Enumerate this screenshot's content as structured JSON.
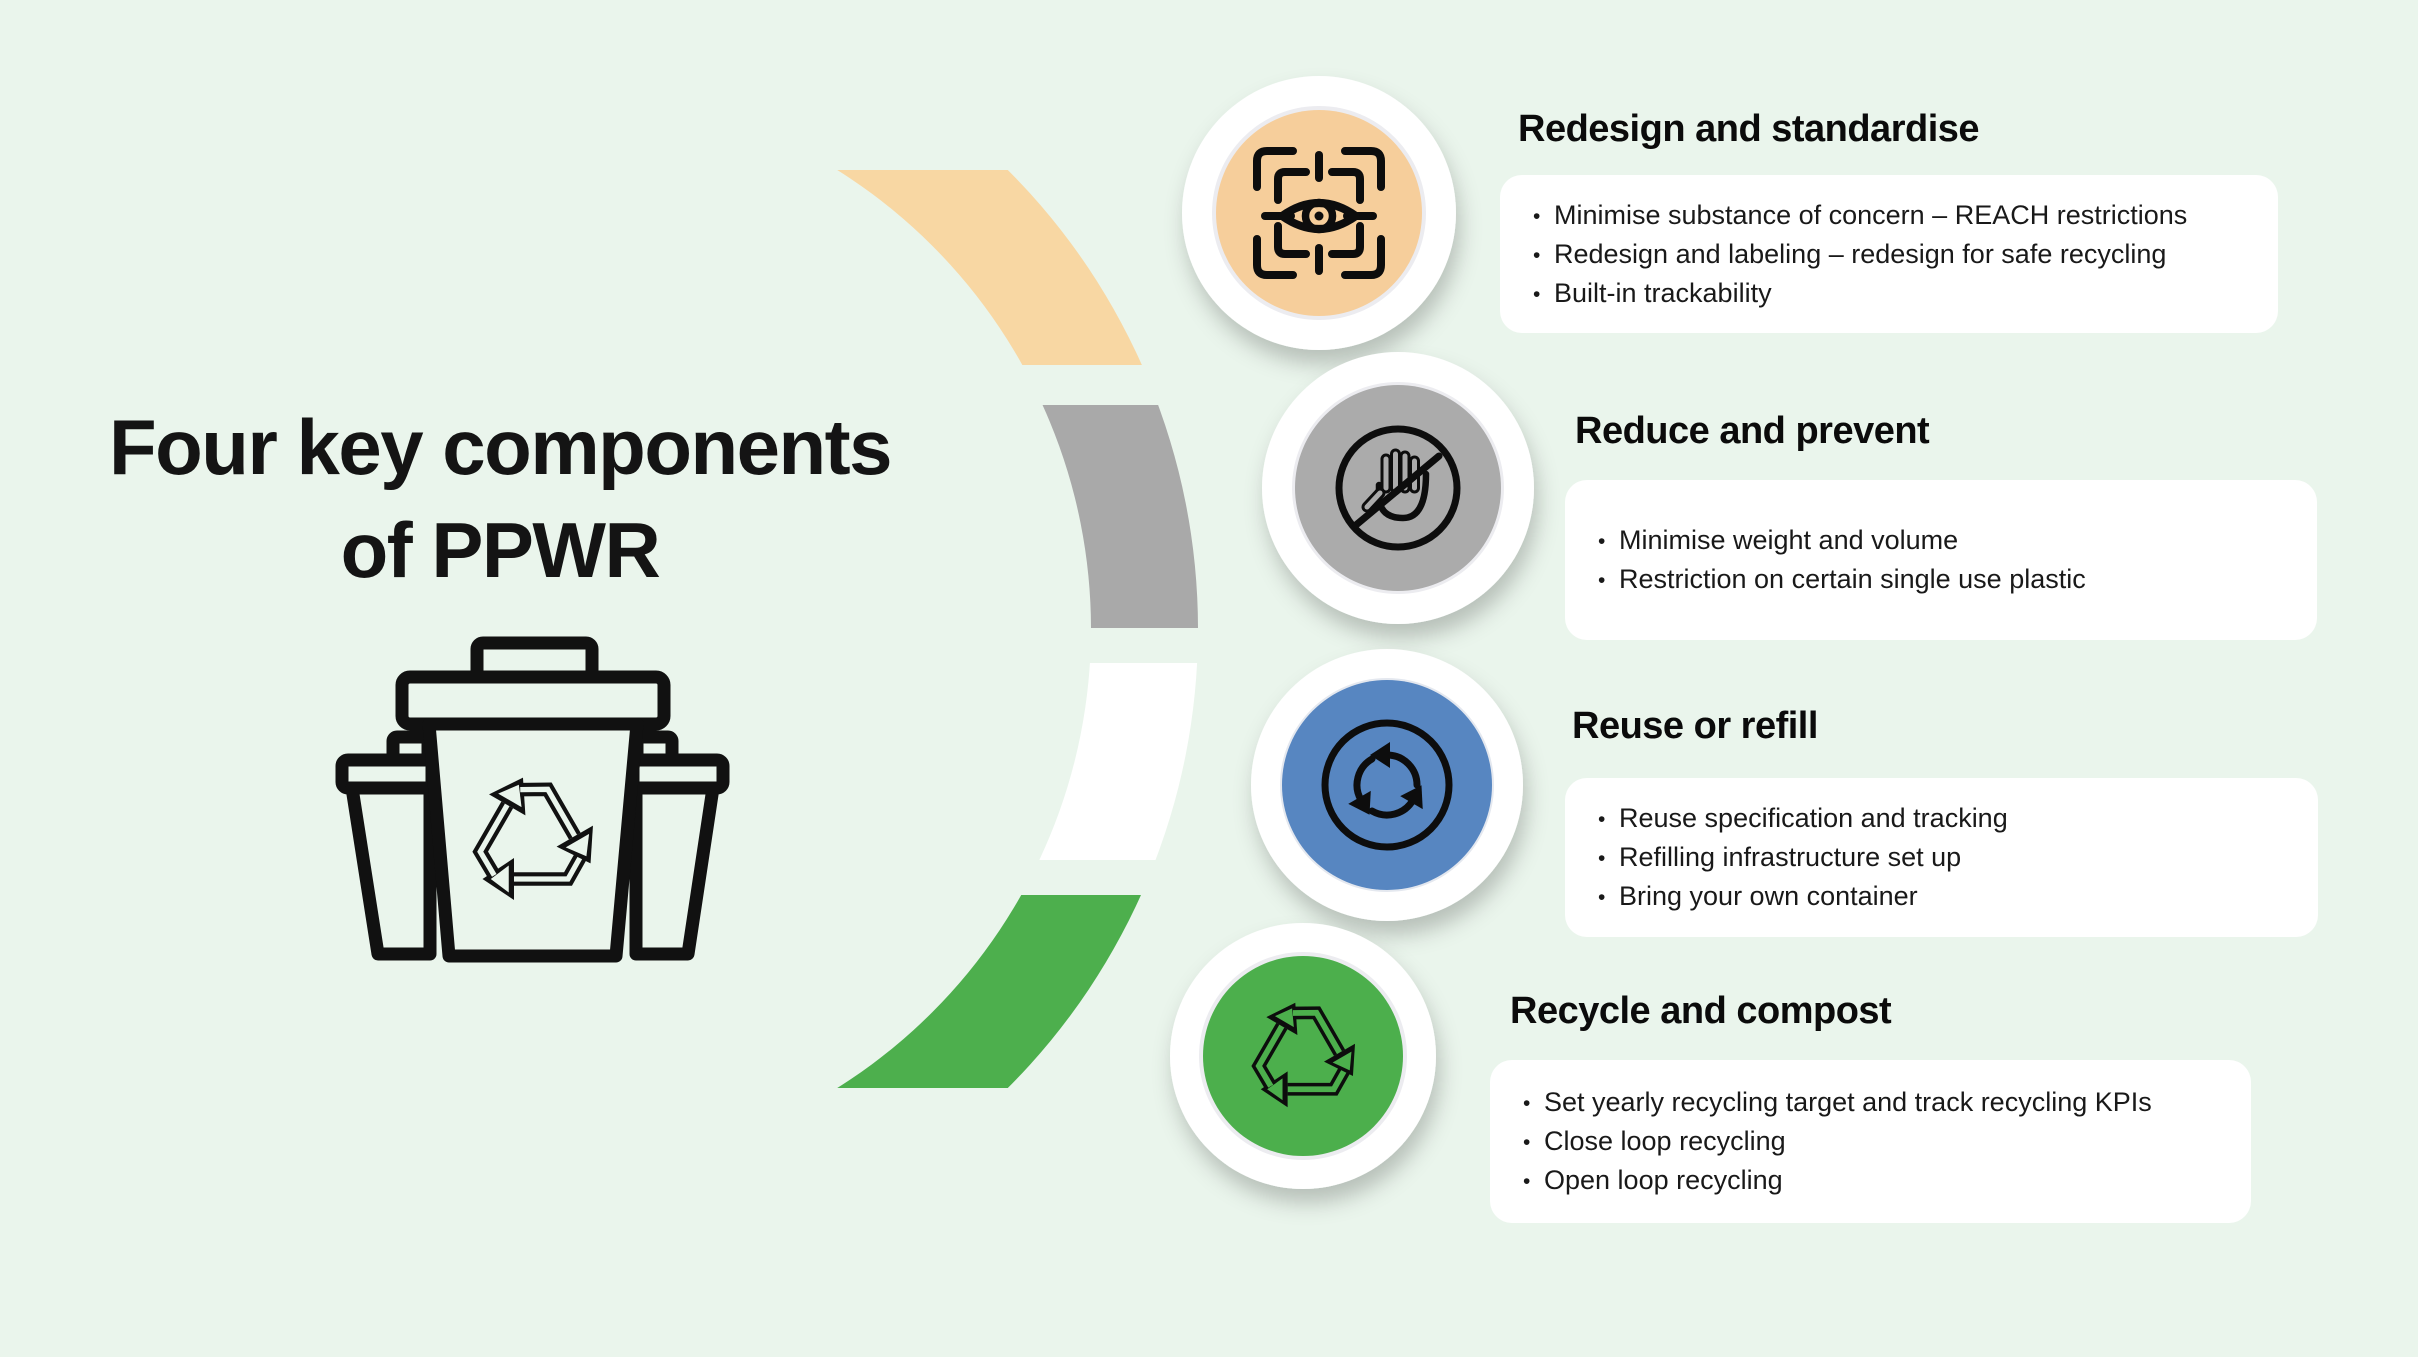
{
  "title": {
    "line1": "Four key components",
    "line2": "of PPWR"
  },
  "left_graphic": {
    "icon": "recycling-bin-icon"
  },
  "arc": {
    "segment_colors": [
      "#F8D7A3",
      "#A9A9A9",
      "#FFFFFF",
      "#4DAF4D"
    ]
  },
  "sections": [
    {
      "heading": "Redesign and standardise",
      "icon": "eye-scan-icon",
      "accent_color": "#F6CE9B",
      "bullets": [
        "Minimise substance of concern – REACH restrictions",
        "Redesign and labeling – redesign for safe recycling",
        "Built-in trackability"
      ]
    },
    {
      "heading": "Reduce and prevent",
      "icon": "stop-hand-icon",
      "accent_color": "#ABABAB",
      "bullets": [
        "Minimise weight and volume",
        "Restriction on certain single use plastic"
      ]
    },
    {
      "heading": "Reuse or refill",
      "icon": "cycle-arrows-icon",
      "accent_color": "#5786C1",
      "bullets": [
        "Reuse specification and tracking",
        "Refilling infrastructure set up",
        "Bring your own container"
      ]
    },
    {
      "heading": "Recycle and compost",
      "icon": "recycle-arrows-icon",
      "accent_color": "#4CAF4C",
      "bullets": [
        "Set yearly recycling target and track recycling KPIs",
        "Close loop recycling",
        "Open loop recycling"
      ]
    }
  ],
  "colors": {
    "background": "#EAF5EC",
    "card_background": "#FFFFFF",
    "text": "#141414",
    "icon_stroke": "#0D0D0D"
  }
}
